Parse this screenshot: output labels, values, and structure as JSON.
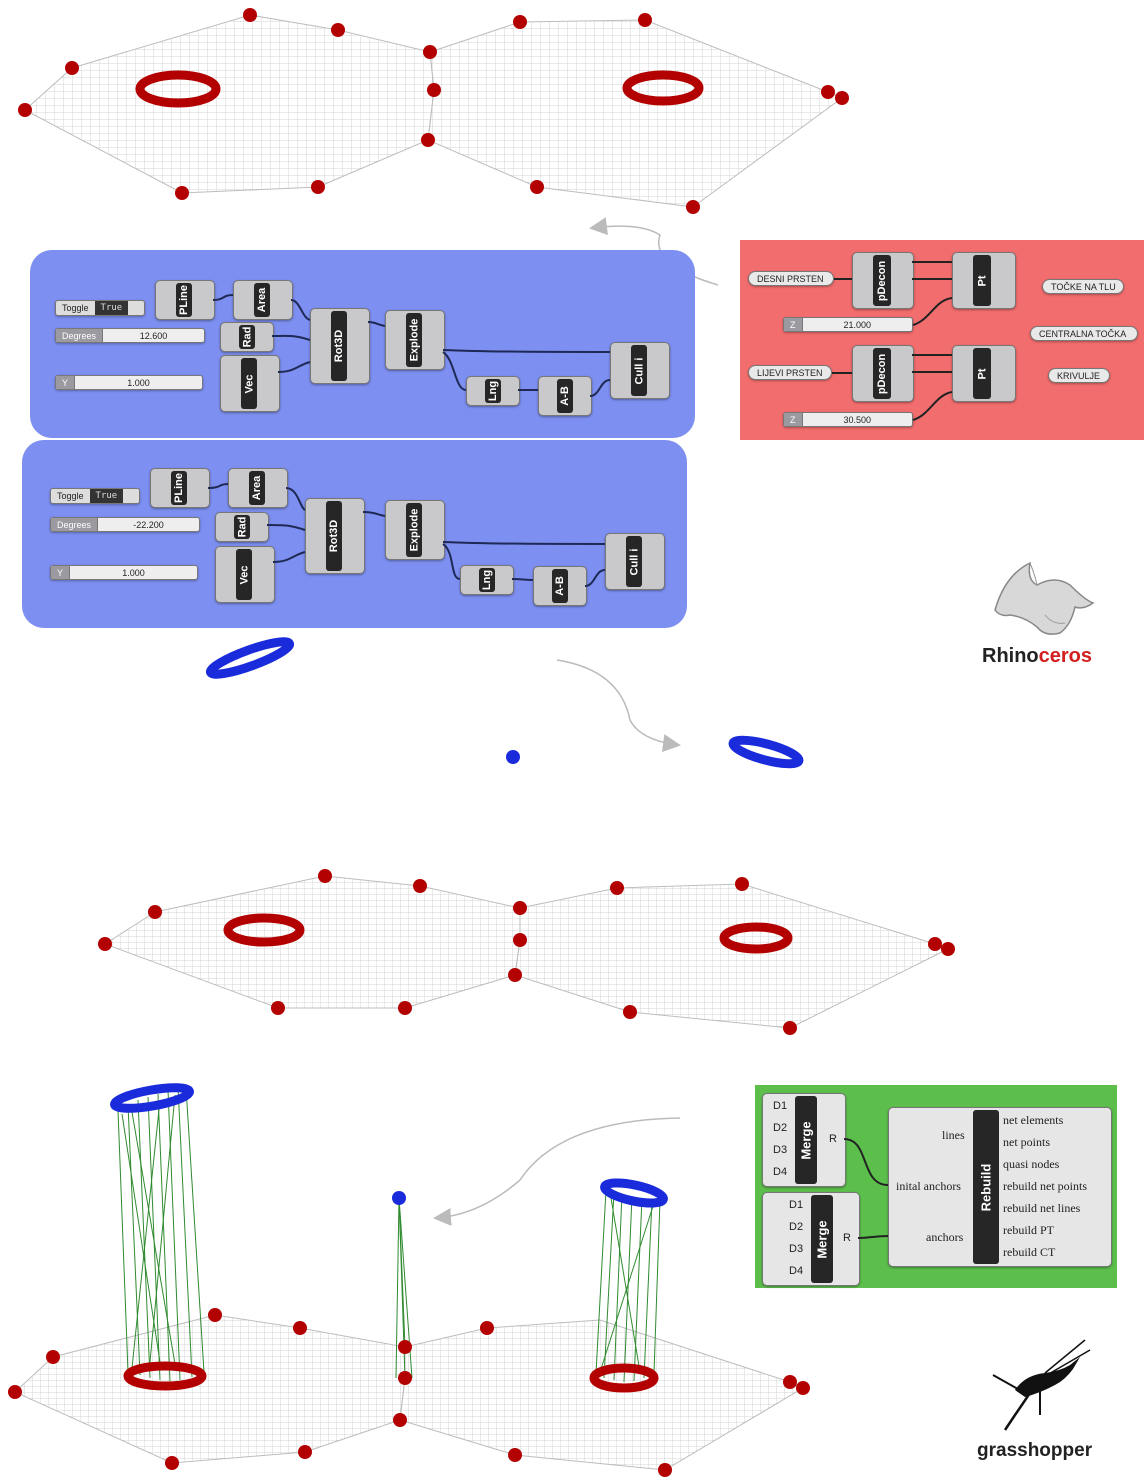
{
  "group_top": {
    "toggle": {
      "name": "Toggle",
      "value": "True"
    },
    "slider_degrees": {
      "name": "Degrees",
      "value": "12.600"
    },
    "slider_y": {
      "name": "Y",
      "value": "1.000"
    },
    "components": {
      "pline": "PLine",
      "area": "Area",
      "rad": "Rad",
      "vec": "Vec",
      "rot3d": "Rot3D",
      "explode": "Explode",
      "lng": "Lng",
      "amb": "A-B",
      "cull": "Cull i"
    }
  },
  "group_bottom": {
    "toggle": {
      "name": "Toggle",
      "value": "True"
    },
    "slider_degrees": {
      "name": "Degrees",
      "value": "-22.200"
    },
    "slider_y": {
      "name": "Y",
      "value": "1.000"
    },
    "components": {
      "pline": "PLine",
      "area": "Area",
      "rad": "Rad",
      "vec": "Vec",
      "rot3d": "Rot3D",
      "explode": "Explode",
      "lng": "Lng",
      "amb": "A-B",
      "cull": "Cull i"
    }
  },
  "group_red": {
    "params": {
      "desni": "DESNI PRSTEN",
      "lijevi": "LIJEVI PRSTEN",
      "tocke": "TOČKE NA TLU",
      "centralna": "CENTRALNA TOČKA",
      "krivulje": "KRIVULJE"
    },
    "slider_z1": {
      "name": "Z",
      "value": "21.000"
    },
    "slider_z2": {
      "name": "Z",
      "value": "30.500"
    },
    "components": {
      "pdecon": "pDecon",
      "pt": "Pt"
    }
  },
  "group_green": {
    "merge_label": "Merge",
    "rebuild_label": "Rebuild",
    "merge_inputs": [
      "D1",
      "D2",
      "D3",
      "D4"
    ],
    "merge_output": "R",
    "rebuild_inputs": [
      "lines",
      "inital anchors",
      "anchors"
    ],
    "rebuild_outputs": [
      "net elements",
      "net points",
      "quasi nodes",
      "rebuild net points",
      "rebuild net lines",
      "rebuild PT",
      "rebuild CT"
    ]
  },
  "logos": {
    "rhino_black": "Rhino",
    "rhino_red": "ceros",
    "grasshopper": "grasshopper"
  },
  "colors": {
    "anchor_red": "#b30000",
    "point_blue": "#1a2bdb",
    "group_blue": "#7d8ff0",
    "group_red": "#f26d6d",
    "group_green": "#5cbf4c",
    "mesh_line": "#c8c8c8",
    "cable_green": "#2f8a2f"
  }
}
